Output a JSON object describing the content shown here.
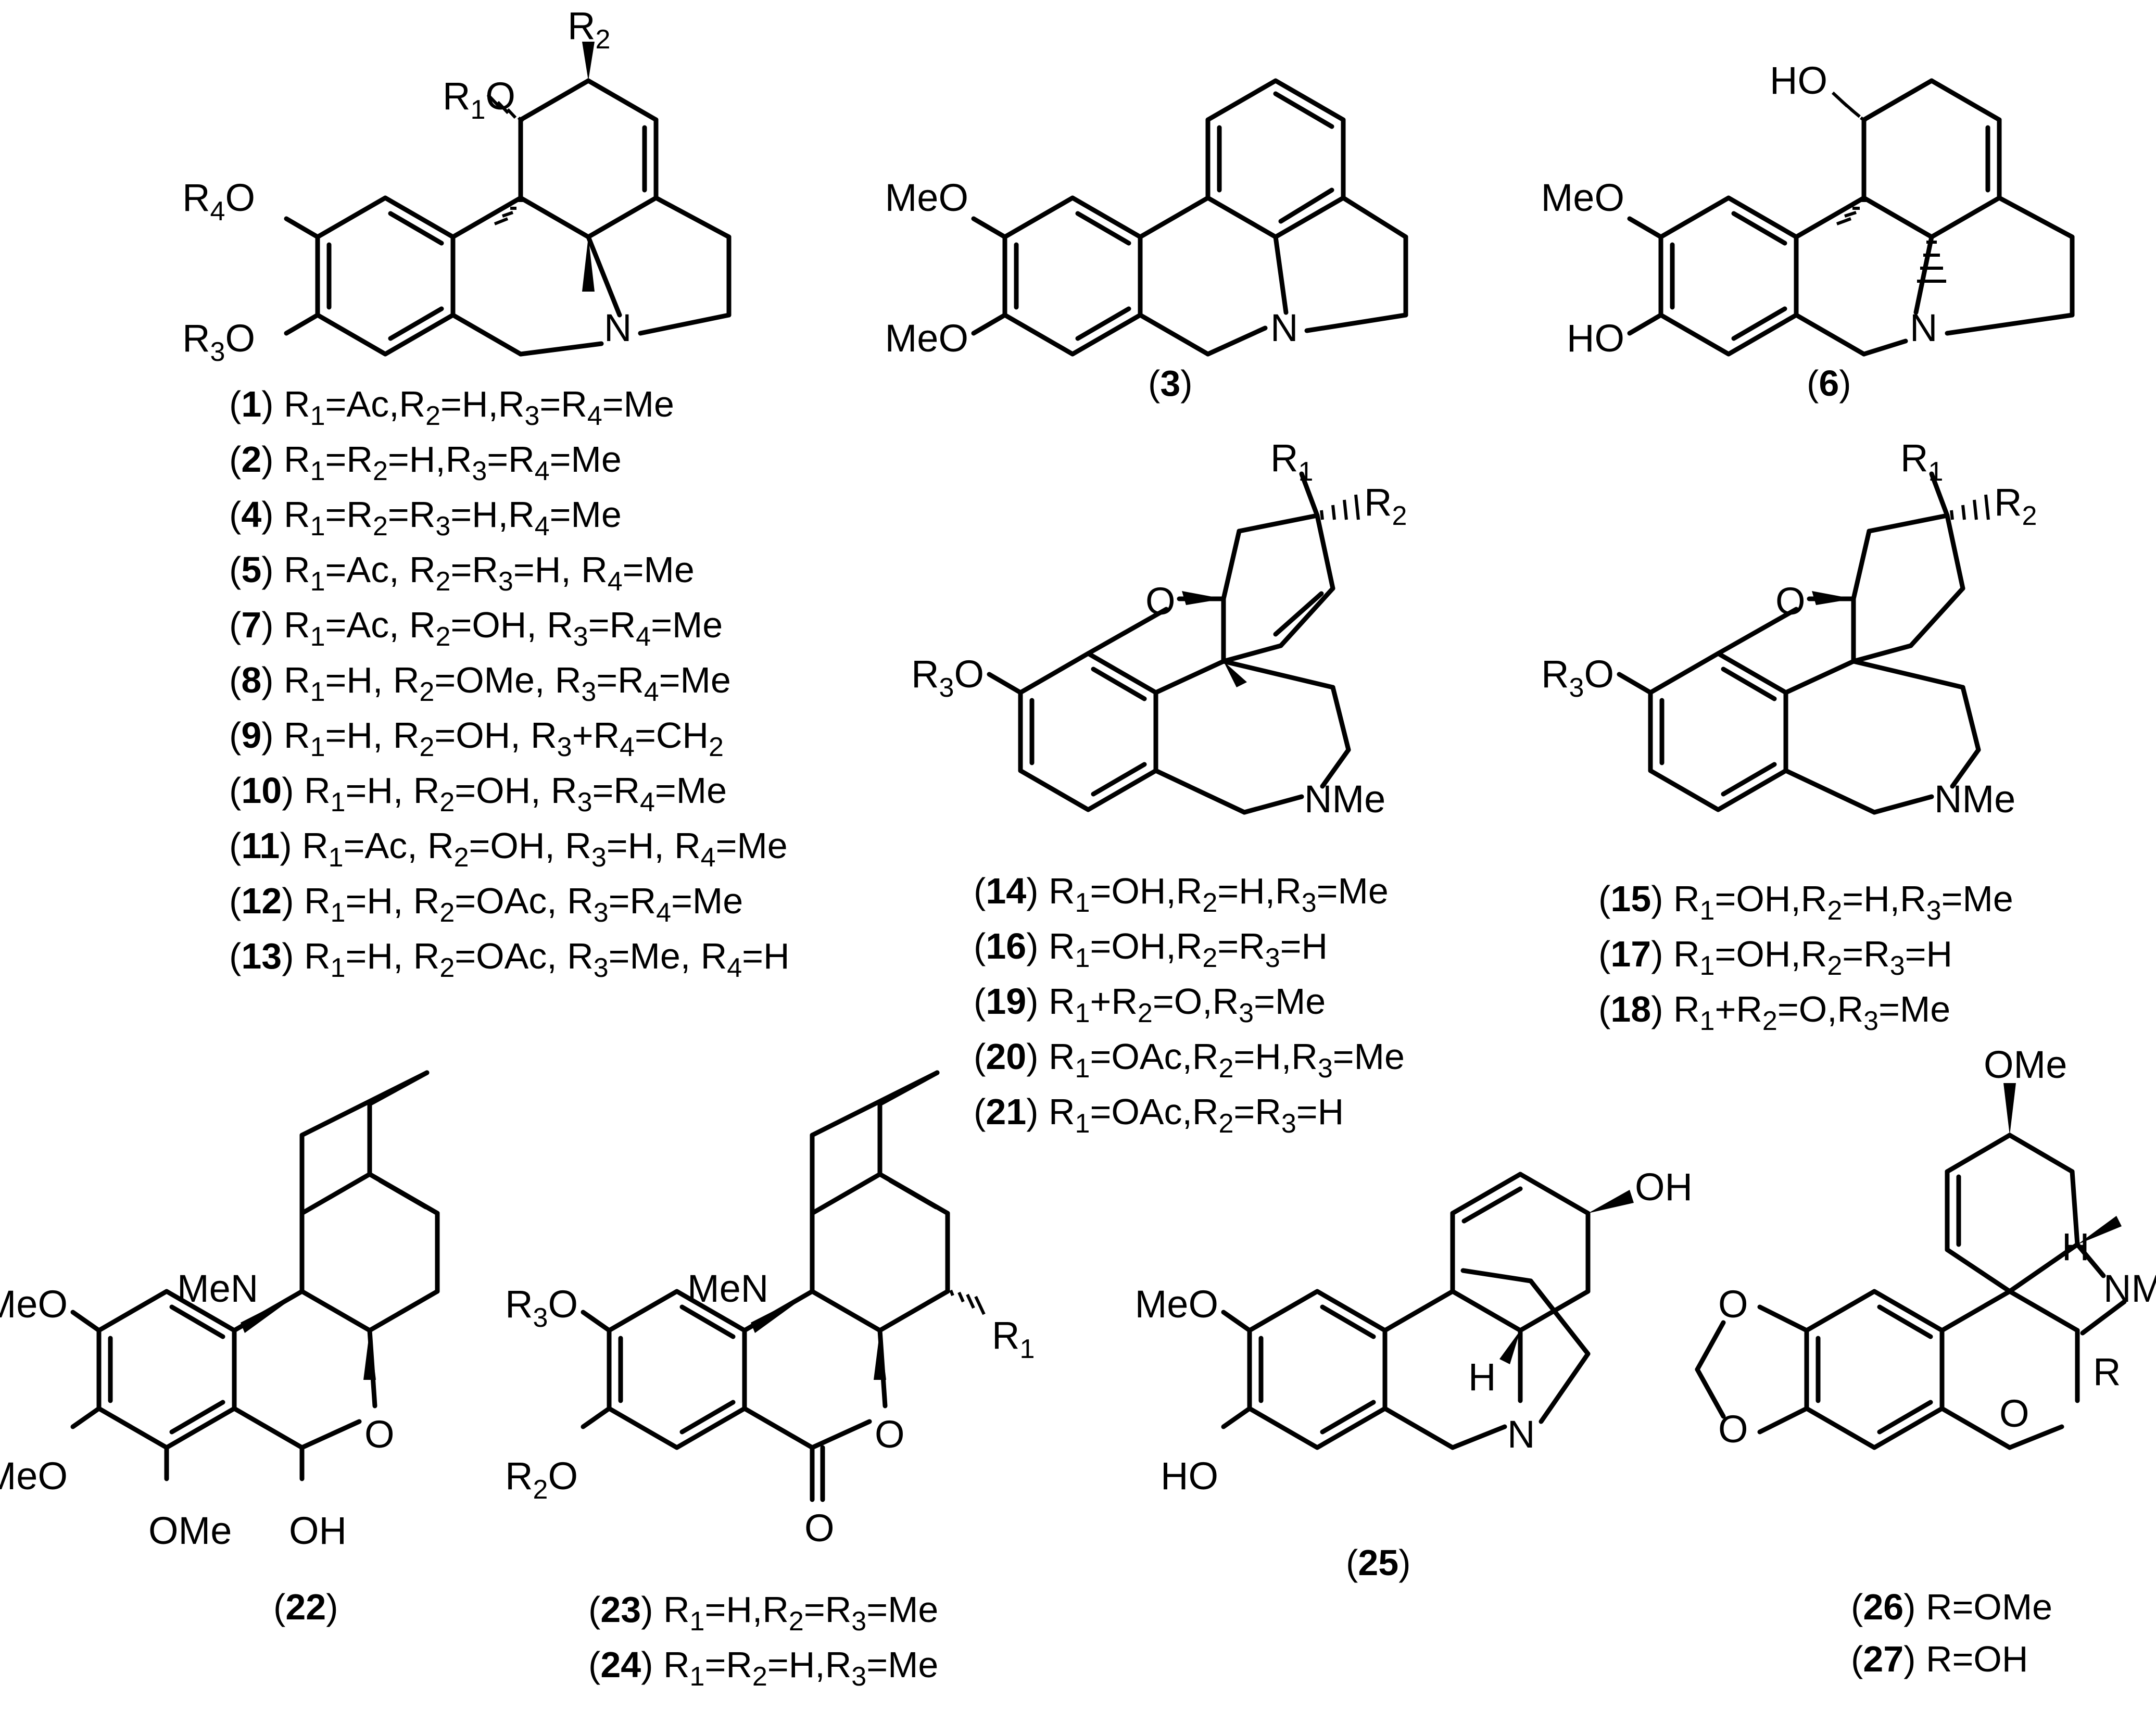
{
  "captions": {
    "c1": [
      {
        "num": "1",
        "parts": [
          [
            "R",
            "1",
            "=Ac,"
          ],
          [
            "R",
            "2",
            "=H,"
          ],
          [
            "R",
            "3",
            "="
          ],
          [
            "R",
            "4",
            "=Me"
          ]
        ]
      },
      {
        "num": "2",
        "parts": [
          [
            "R",
            "1",
            "="
          ],
          [
            "R",
            "2",
            "=H,"
          ],
          [
            "R",
            "3",
            "="
          ],
          [
            "R",
            "4",
            "=Me"
          ]
        ]
      },
      {
        "num": "4",
        "parts": [
          [
            "R",
            "1",
            "="
          ],
          [
            "R",
            "2",
            "="
          ],
          [
            "R",
            "3",
            "=H,"
          ],
          [
            "R",
            "4",
            "=Me"
          ]
        ]
      },
      {
        "num": "5",
        "parts": [
          [
            "R",
            "1",
            "=Ac, "
          ],
          [
            "R",
            "2",
            "="
          ],
          [
            "R",
            "3",
            "=H, "
          ],
          [
            "R",
            "4",
            "=Me"
          ]
        ]
      },
      {
        "num": "7",
        "parts": [
          [
            "R",
            "1",
            "=Ac, "
          ],
          [
            "R",
            "2",
            "=OH, "
          ],
          [
            "R",
            "3",
            "="
          ],
          [
            "R",
            "4",
            "=Me"
          ]
        ]
      },
      {
        "num": "8",
        "parts": [
          [
            "R",
            "1",
            "=H, "
          ],
          [
            "R",
            "2",
            "=OMe, "
          ],
          [
            "R",
            "3",
            "="
          ],
          [
            "R",
            "4",
            "=Me"
          ]
        ]
      },
      {
        "num": "9",
        "parts": [
          [
            "R",
            "1",
            "=H, "
          ],
          [
            "R",
            "2",
            "=OH, "
          ],
          [
            "R",
            "3",
            "+"
          ],
          [
            "R",
            "4",
            "=CH"
          ],
          [
            "",
            "2",
            ""
          ]
        ]
      },
      {
        "num": "10",
        "parts": [
          [
            "R",
            "1",
            "=H, "
          ],
          [
            "R",
            "2",
            "=OH, "
          ],
          [
            "R",
            "3",
            "="
          ],
          [
            "R",
            "4",
            "=Me"
          ]
        ]
      },
      {
        "num": "11",
        "parts": [
          [
            "R",
            "1",
            "=Ac, "
          ],
          [
            "R",
            "2",
            "=OH, "
          ],
          [
            "R",
            "3",
            "=H, "
          ],
          [
            "R",
            "4",
            "=Me"
          ]
        ]
      },
      {
        "num": "12",
        "parts": [
          [
            "R",
            "1",
            "=H, "
          ],
          [
            "R",
            "2",
            "=OAc, "
          ],
          [
            "R",
            "3",
            "="
          ],
          [
            "R",
            "4",
            "=Me"
          ]
        ]
      },
      {
        "num": "13",
        "parts": [
          [
            "R",
            "1",
            "=H, "
          ],
          [
            "R",
            "2",
            "=OAc, "
          ],
          [
            "R",
            "3",
            "=Me, "
          ],
          [
            "R",
            "4",
            "=H"
          ]
        ]
      }
    ],
    "c3": [
      {
        "num": "3",
        "parts": []
      }
    ],
    "c6": [
      {
        "num": "6",
        "parts": []
      }
    ],
    "c14": [
      {
        "num": "14",
        "parts": [
          [
            "R",
            "1",
            "=OH,"
          ],
          [
            "R",
            "2",
            "=H,"
          ],
          [
            "R",
            "3",
            "=Me"
          ]
        ]
      },
      {
        "num": "16",
        "parts": [
          [
            "R",
            "1",
            "=OH,"
          ],
          [
            "R",
            "2",
            "="
          ],
          [
            "R",
            "3",
            "=H"
          ]
        ]
      },
      {
        "num": "19",
        "parts": [
          [
            "R",
            "1",
            "+"
          ],
          [
            "R",
            "2",
            "=O,"
          ],
          [
            "R",
            "3",
            "=Me"
          ]
        ]
      },
      {
        "num": "20",
        "parts": [
          [
            "R",
            "1",
            "=OAc,"
          ],
          [
            "R",
            "2",
            "=H,"
          ],
          [
            "R",
            "3",
            "=Me"
          ]
        ]
      },
      {
        "num": "21",
        "parts": [
          [
            "R",
            "1",
            "=OAc,"
          ],
          [
            "R",
            "2",
            "="
          ],
          [
            "R",
            "3",
            "=H"
          ]
        ]
      }
    ],
    "c15": [
      {
        "num": "15",
        "parts": [
          [
            "R",
            "1",
            "=OH,"
          ],
          [
            "R",
            "2",
            "=H,"
          ],
          [
            "R",
            "3",
            "=Me"
          ]
        ]
      },
      {
        "num": "17",
        "parts": [
          [
            "R",
            "1",
            "=OH,"
          ],
          [
            "R",
            "2",
            "="
          ],
          [
            "R",
            "3",
            "=H"
          ]
        ]
      },
      {
        "num": "18",
        "parts": [
          [
            "R",
            "1",
            "+"
          ],
          [
            "R",
            "2",
            "=O,"
          ],
          [
            "R",
            "3",
            "=Me"
          ]
        ]
      }
    ],
    "c22": [
      {
        "num": "22",
        "parts": []
      }
    ],
    "c23": [
      {
        "num": "23",
        "parts": [
          [
            "R",
            "1",
            "=H,"
          ],
          [
            "R",
            "2",
            "="
          ],
          [
            "R",
            "3",
            "=Me"
          ]
        ]
      },
      {
        "num": "24",
        "parts": [
          [
            "R",
            "1",
            "="
          ],
          [
            "R",
            "2",
            "=H,"
          ],
          [
            "R",
            "3",
            "=Me"
          ]
        ]
      }
    ],
    "c25": [
      {
        "num": "25",
        "parts": []
      }
    ],
    "c26": [
      {
        "num": "26",
        "parts": [
          [
            "R",
            "",
            "=OMe"
          ]
        ]
      },
      {
        "num": "27",
        "parts": [
          [
            "R",
            "",
            "=OH"
          ]
        ]
      }
    ]
  },
  "atom_labels": {
    "s1": [
      [
        "R",
        "1",
        "O"
      ],
      [
        "R",
        "2",
        ""
      ],
      [
        "R",
        "4",
        "O"
      ],
      [
        "R",
        "3",
        "O"
      ],
      [
        "N",
        "",
        ""
      ]
    ],
    "s3": [
      [
        "MeO",
        "",
        ""
      ],
      [
        "MeO",
        "",
        ""
      ],
      [
        "N",
        "",
        ""
      ]
    ],
    "s6": [
      [
        "HO",
        "",
        ""
      ],
      [
        "MeO",
        "",
        ""
      ],
      [
        "HO",
        "",
        ""
      ],
      [
        "N",
        "",
        ""
      ]
    ],
    "s14": [
      [
        "R",
        "1",
        ""
      ],
      [
        "R",
        "2",
        ""
      ],
      [
        "O",
        "",
        ""
      ],
      [
        "R",
        "3",
        "O"
      ],
      [
        "NMe",
        "",
        ""
      ]
    ],
    "s15": [
      [
        "R",
        "1",
        ""
      ],
      [
        "R",
        "2",
        ""
      ],
      [
        "O",
        "",
        ""
      ],
      [
        "R",
        "3",
        "O"
      ],
      [
        "NMe",
        "",
        ""
      ]
    ],
    "s22": [
      [
        "MeN",
        "",
        ""
      ],
      [
        "MeO",
        "",
        ""
      ],
      [
        "MeO",
        "",
        ""
      ],
      [
        "OMe",
        "",
        ""
      ],
      [
        "OH",
        "",
        ""
      ],
      [
        "O",
        "",
        ""
      ]
    ],
    "s23": [
      [
        "MeN",
        "",
        ""
      ],
      [
        "R",
        "3",
        "O"
      ],
      [
        "R",
        "2",
        "O"
      ],
      [
        "R",
        "1",
        ""
      ],
      [
        "O",
        "",
        ""
      ],
      [
        "O",
        "",
        ""
      ]
    ],
    "s25": [
      [
        "MeO",
        "",
        ""
      ],
      [
        "HO",
        "",
        ""
      ],
      [
        "OH",
        "",
        ""
      ],
      [
        "H",
        "",
        ""
      ],
      [
        "N",
        "",
        ""
      ]
    ],
    "s26": [
      [
        "OMe",
        "",
        ""
      ],
      [
        "H",
        "",
        ""
      ],
      [
        "NMe",
        "",
        ""
      ],
      [
        "R",
        "",
        ""
      ],
      [
        "O",
        "",
        ""
      ],
      [
        "O",
        "",
        ""
      ],
      [
        "O",
        "",
        ""
      ]
    ]
  }
}
